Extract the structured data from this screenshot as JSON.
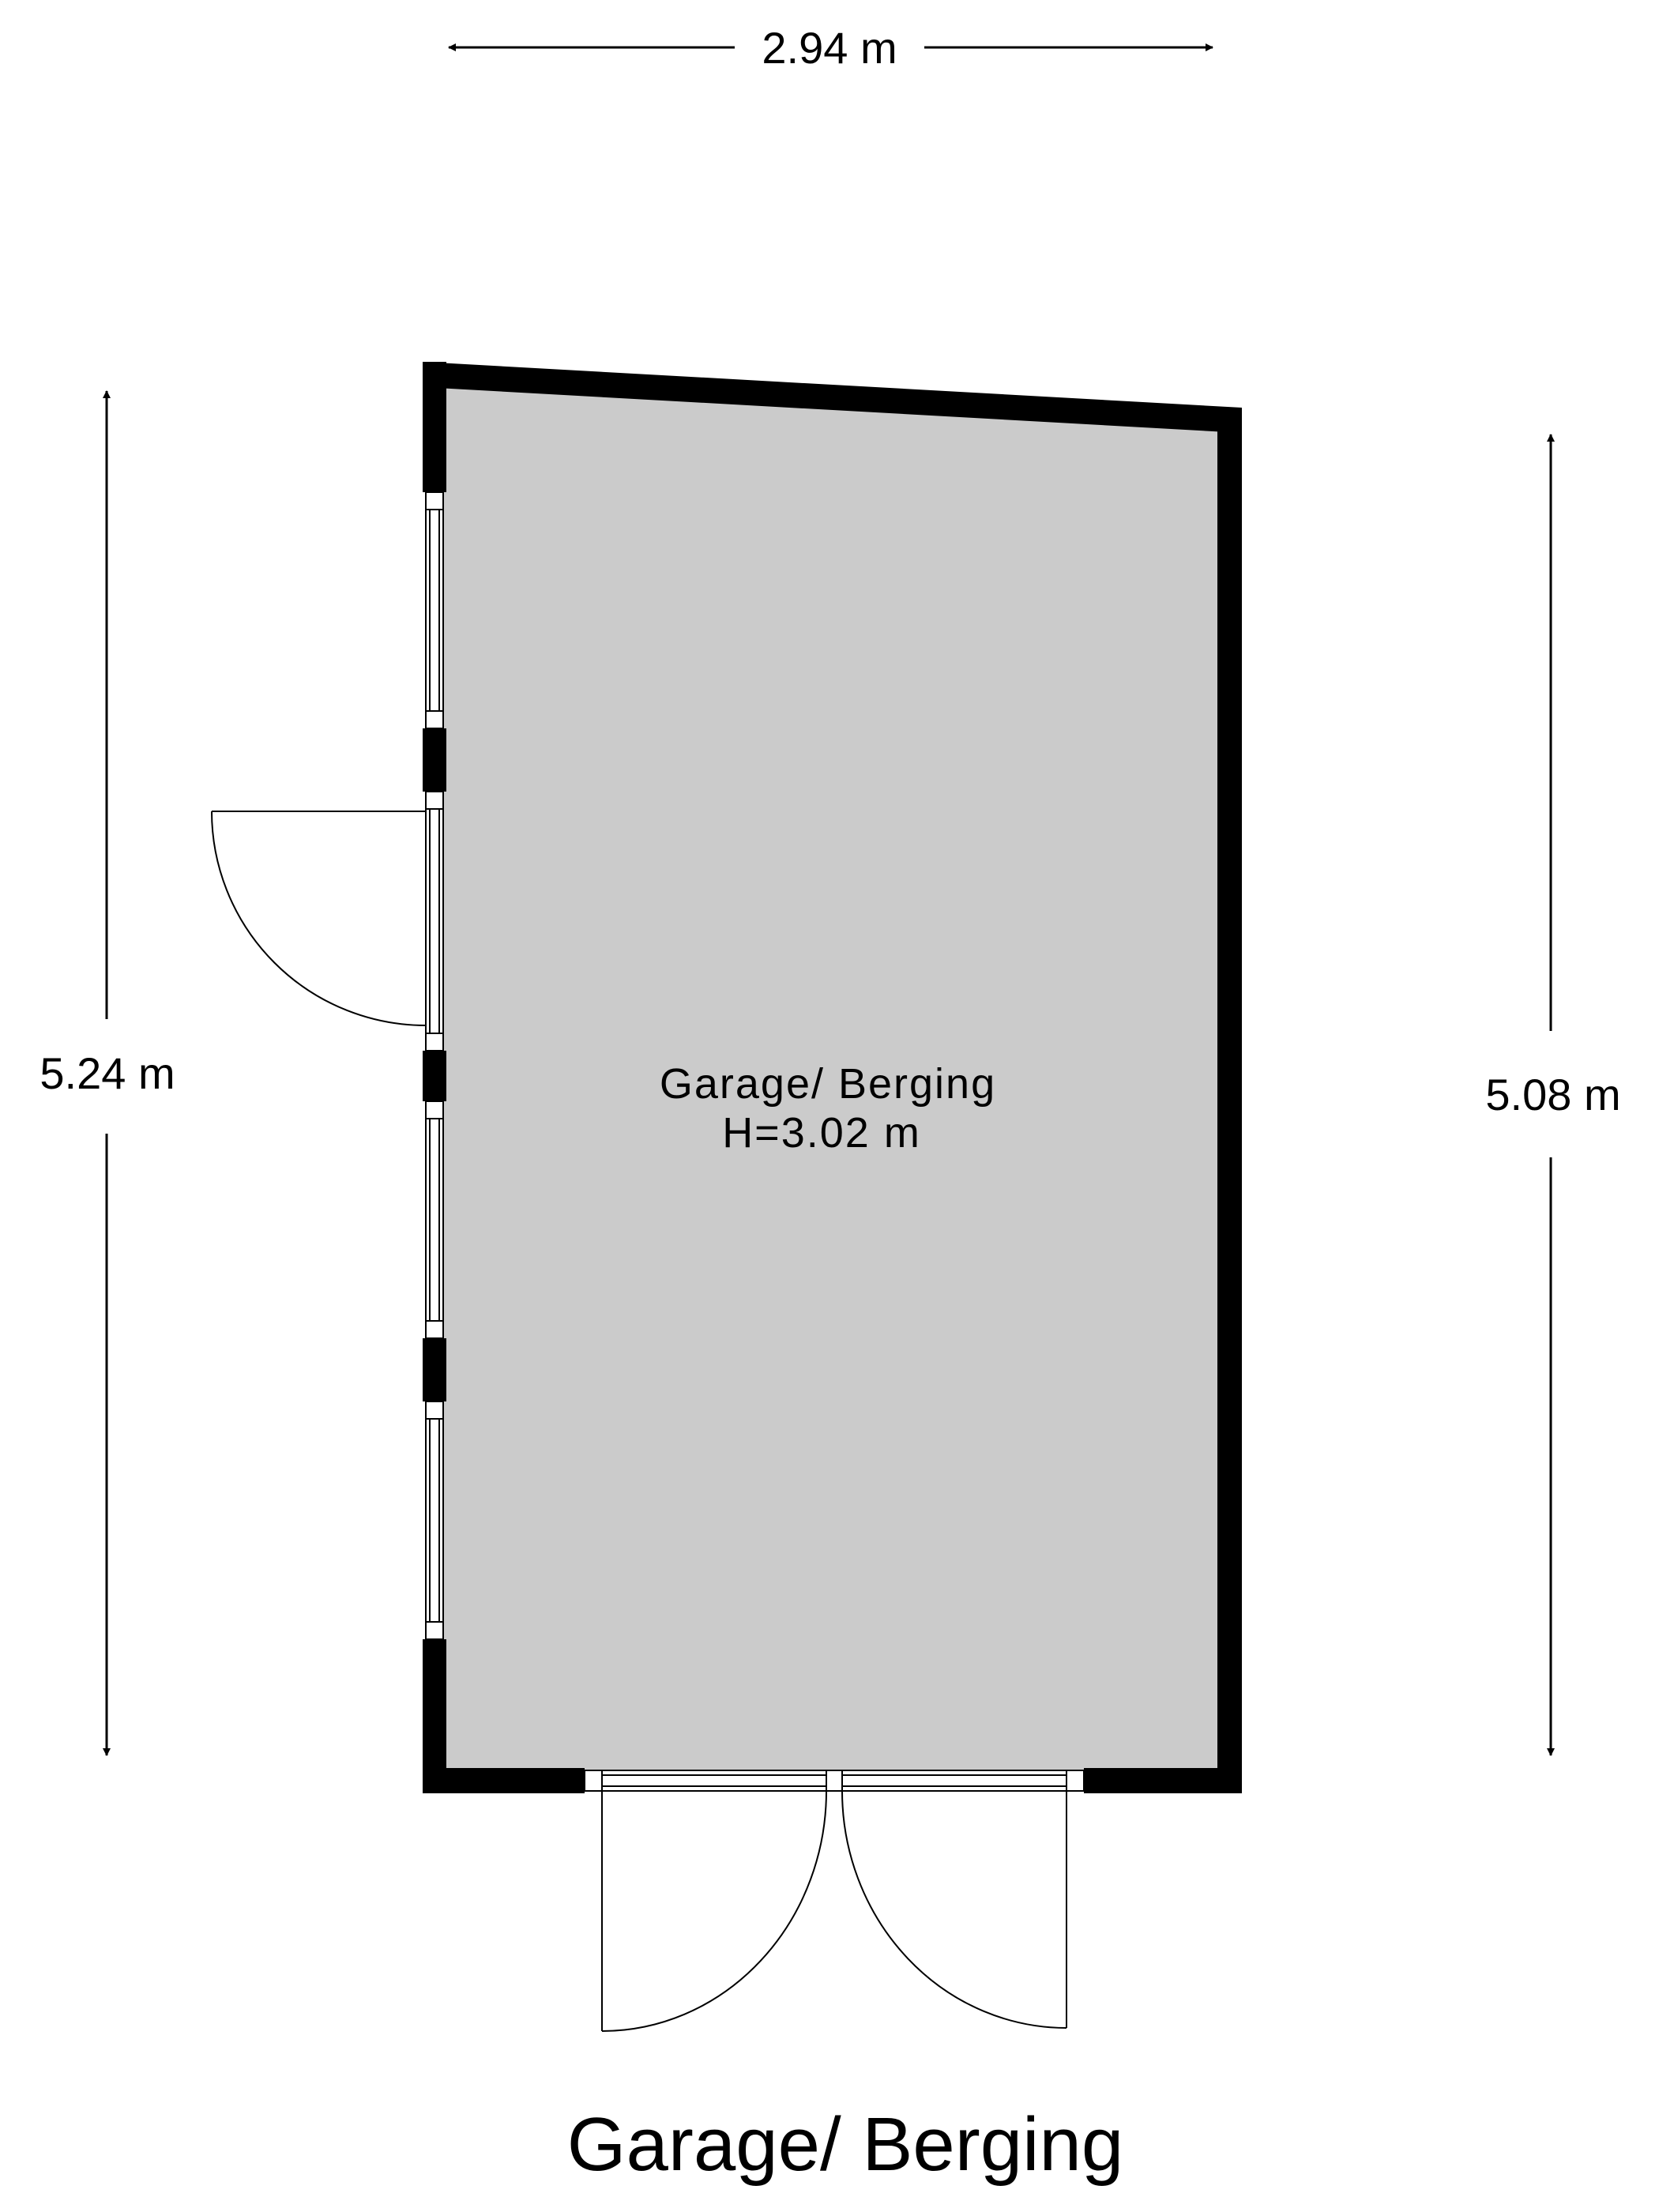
{
  "plan": {
    "title": "Garage/ Berging",
    "room": {
      "name": "Garage/ Berging",
      "height": "H=3.02 m"
    },
    "dimensions": {
      "top": "2.94 m",
      "left": "5.24 m",
      "right": "5.08 m"
    },
    "colors": {
      "floor": "#cbcbcb",
      "wall": "#000000",
      "background": "#ffffff"
    }
  }
}
